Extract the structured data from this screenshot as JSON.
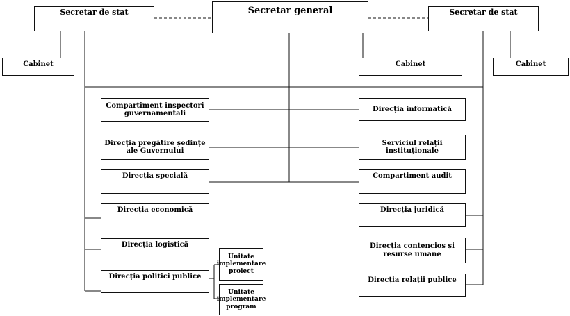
{
  "top": {
    "secretar_general": "Secretar general",
    "secretar_stat_left": "Secretar de stat",
    "secretar_stat_right": "Secretar de stat"
  },
  "cabinets": {
    "left": "Cabinet",
    "middle": "Cabinet",
    "right": "Cabinet"
  },
  "left_units": [
    "Compartiment inspectori guvernamentali",
    "Direcția pregătire ședințe ale Guvernului",
    "Direcția specială",
    "Direcția economică",
    "Direcția logistică",
    "Direcția politici publice"
  ],
  "right_units": [
    "Direcția informatică",
    "Serviciul relații instituționale",
    "Compartiment audit",
    "Direcția juridică",
    "Direcția contencios și resurse umane",
    "Direcția relații publice"
  ],
  "sub_units": [
    "Unitate implementare proiect",
    "Unitate implementare program"
  ]
}
